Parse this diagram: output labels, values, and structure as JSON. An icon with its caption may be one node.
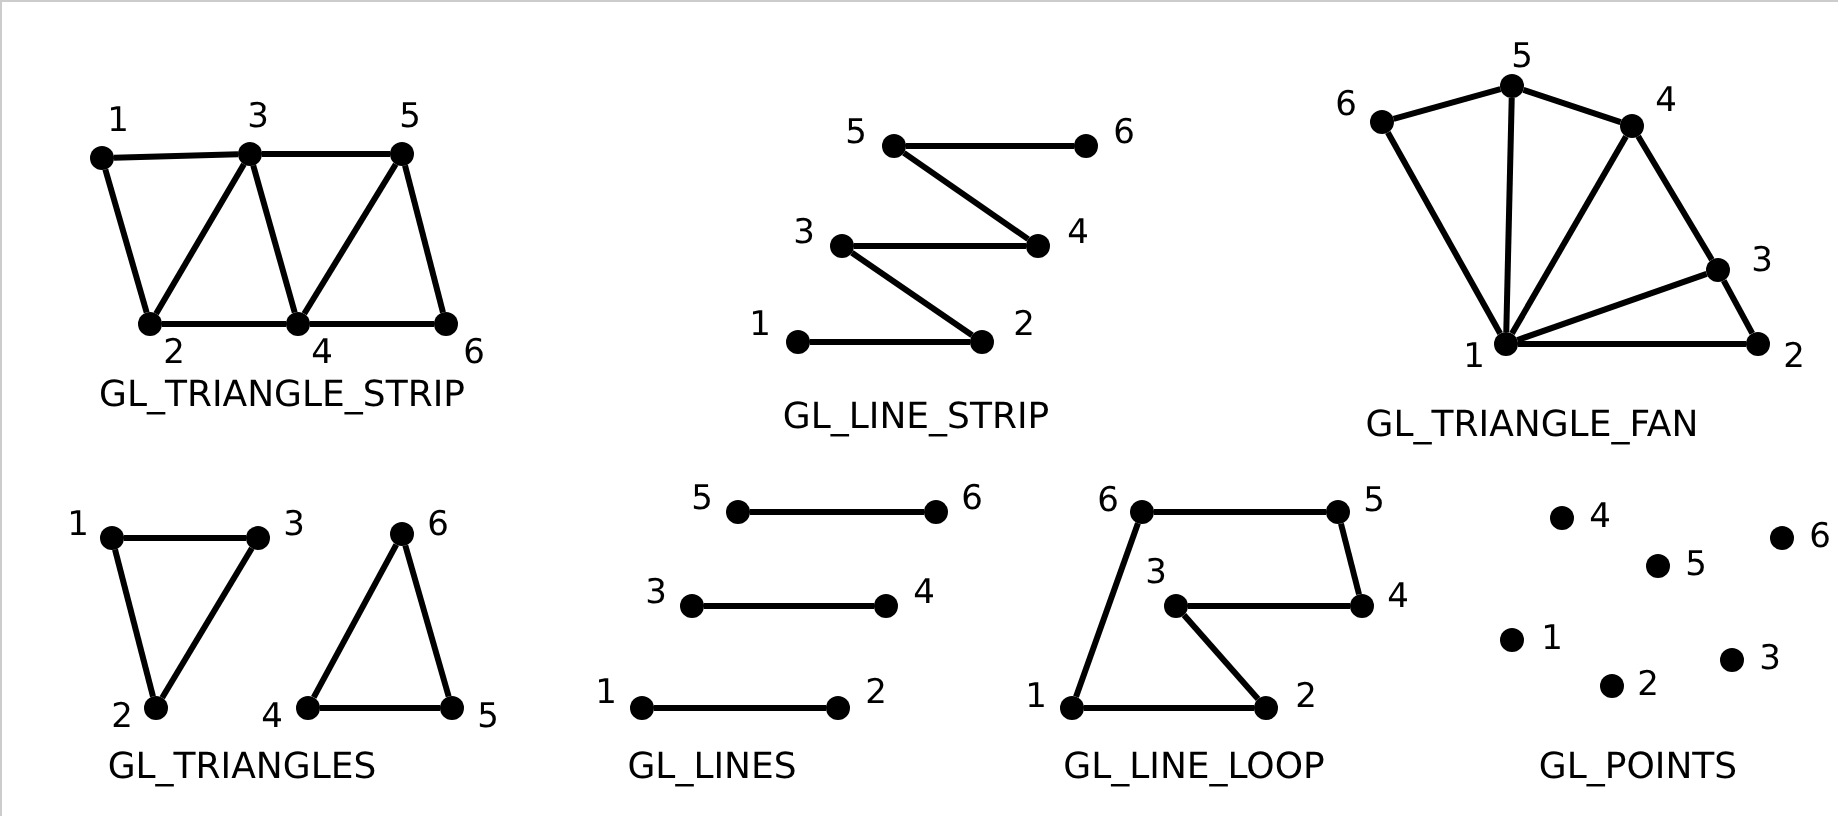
{
  "diagram": {
    "nodes": [
      {
        "text": [],
        "shape": "circle",
        "beside": [
          "1"
        ]
      },
      {
        "text": [],
        "shape": "circle",
        "beside": [
          "2"
        ]
      },
      {
        "text": [],
        "shape": "circle",
        "beside": [
          "3"
        ]
      },
      {
        "text": [],
        "shape": "circle",
        "beside": [
          "4"
        ]
      },
      {
        "text": [],
        "shape": "circle",
        "beside": [
          "5"
        ]
      },
      {
        "text": [],
        "shape": "circle",
        "beside": [
          "6"
        ]
      },
      {
        "text": [],
        "shape": "circle",
        "beside": [
          "1"
        ]
      },
      {
        "text": [],
        "shape": "circle",
        "beside": [
          "2"
        ]
      },
      {
        "text": [],
        "shape": "circle",
        "beside": [
          "3"
        ]
      },
      {
        "text": [],
        "shape": "circle",
        "beside": [
          "4"
        ]
      },
      {
        "text": [],
        "shape": "circle",
        "beside": [
          "5"
        ]
      },
      {
        "text": [],
        "shape": "circle",
        "beside": [
          "6"
        ]
      },
      {
        "text": [],
        "shape": "circle",
        "beside": [
          "1"
        ]
      },
      {
        "text": [],
        "shape": "circle",
        "beside": [
          "2"
        ]
      },
      {
        "text": [],
        "shape": "circle",
        "beside": [
          "3"
        ]
      },
      {
        "text": [],
        "shape": "circle",
        "beside": [
          "4"
        ]
      },
      {
        "text": [],
        "shape": "circle",
        "beside": [
          "5"
        ]
      },
      {
        "text": [],
        "shape": "circle",
        "beside": [
          "6"
        ]
      },
      {
        "text": [],
        "shape": "circle",
        "beside": [
          "1"
        ]
      },
      {
        "text": [],
        "shape": "circle",
        "beside": [
          "2"
        ]
      },
      {
        "text": [],
        "shape": "circle",
        "beside": [
          "3"
        ]
      },
      {
        "text": [],
        "shape": "circle",
        "beside": [
          "4"
        ]
      },
      {
        "text": [],
        "shape": "circle",
        "beside": [
          "5"
        ]
      },
      {
        "text": [],
        "shape": "circle",
        "beside": [
          "6"
        ]
      },
      {
        "text": [],
        "shape": "circle",
        "beside": [
          "1"
        ]
      },
      {
        "text": [],
        "shape": "circle",
        "beside": [
          "2"
        ]
      },
      {
        "text": [],
        "shape": "circle",
        "beside": [
          "3"
        ]
      },
      {
        "text": [],
        "shape": "circle",
        "beside": [
          "4"
        ]
      },
      {
        "text": [],
        "shape": "circle",
        "beside": [
          "5"
        ]
      },
      {
        "text": [],
        "shape": "circle",
        "beside": [
          "6"
        ]
      },
      {
        "text": [],
        "shape": "circle",
        "beside": [
          "1"
        ]
      },
      {
        "text": [],
        "shape": "circle",
        "beside": [
          "2"
        ]
      },
      {
        "text": [],
        "shape": "circle",
        "beside": [
          "3"
        ]
      },
      {
        "text": [],
        "shape": "circle",
        "beside": [
          "4"
        ]
      },
      {
        "text": [],
        "shape": "circle",
        "beside": [
          "5"
        ]
      },
      {
        "text": [],
        "shape": "circle",
        "beside": [
          "6"
        ]
      },
      {
        "text": [],
        "shape": "circle",
        "beside": [
          "1"
        ]
      },
      {
        "text": [],
        "shape": "circle",
        "beside": [
          "2"
        ]
      },
      {
        "text": [],
        "shape": "circle",
        "beside": [
          "3"
        ]
      },
      {
        "text": [],
        "shape": "circle",
        "beside": [
          "4"
        ]
      },
      {
        "text": [],
        "shape": "circle",
        "beside": [
          "5"
        ]
      },
      {
        "text": [],
        "shape": "circle",
        "beside": [
          "6"
        ]
      }
    ],
    "edges": [
      {
        "from": 0,
        "to": 2,
        "arrow": "none"
      },
      {
        "from": 2,
        "to": 4,
        "arrow": "none"
      },
      {
        "from": 0,
        "to": 1,
        "arrow": "none"
      },
      {
        "from": 1,
        "to": 2,
        "arrow": "none"
      },
      {
        "from": 2,
        "to": 3,
        "arrow": "none"
      },
      {
        "from": 3,
        "to": 4,
        "arrow": "none"
      },
      {
        "from": 4,
        "to": 5,
        "arrow": "none"
      },
      {
        "from": 1,
        "to": 3,
        "arrow": "none"
      },
      {
        "from": 3,
        "to": 5,
        "arrow": "none"
      },
      {
        "from": 6,
        "to": 7,
        "arrow": "none"
      },
      {
        "from": 7,
        "to": 8,
        "arrow": "none"
      },
      {
        "from": 8,
        "to": 9,
        "arrow": "none"
      },
      {
        "from": 9,
        "to": 10,
        "arrow": "none"
      },
      {
        "from": 10,
        "to": 11,
        "arrow": "none"
      },
      {
        "from": 12,
        "to": 13,
        "arrow": "none"
      },
      {
        "from": 12,
        "to": 14,
        "arrow": "none"
      },
      {
        "from": 12,
        "to": 15,
        "arrow": "none"
      },
      {
        "from": 12,
        "to": 16,
        "arrow": "none"
      },
      {
        "from": 12,
        "to": 17,
        "arrow": "none"
      },
      {
        "from": 13,
        "to": 14,
        "arrow": "none"
      },
      {
        "from": 14,
        "to": 15,
        "arrow": "none"
      },
      {
        "from": 15,
        "to": 16,
        "arrow": "none"
      },
      {
        "from": 16,
        "to": 17,
        "arrow": "none"
      },
      {
        "from": 18,
        "to": 19,
        "arrow": "none"
      },
      {
        "from": 19,
        "to": 20,
        "arrow": "none"
      },
      {
        "from": 20,
        "to": 18,
        "arrow": "none"
      },
      {
        "from": 21,
        "to": 22,
        "arrow": "none"
      },
      {
        "from": 22,
        "to": 23,
        "arrow": "none"
      },
      {
        "from": 23,
        "to": 21,
        "arrow": "none"
      },
      {
        "from": 24,
        "to": 25,
        "arrow": "none"
      },
      {
        "from": 26,
        "to": 27,
        "arrow": "none"
      },
      {
        "from": 28,
        "to": 29,
        "arrow": "none"
      },
      {
        "from": 30,
        "to": 31,
        "arrow": "none"
      },
      {
        "from": 31,
        "to": 32,
        "arrow": "none"
      },
      {
        "from": 32,
        "to": 33,
        "arrow": "none"
      },
      {
        "from": 33,
        "to": 34,
        "arrow": "none"
      },
      {
        "from": 34,
        "to": 35,
        "arrow": "none"
      },
      {
        "from": 35,
        "to": 30,
        "arrow": "none"
      }
    ],
    "labels": [
      "GL_TRIANGLE_STRIP",
      "GL_LINE_STRIP",
      "GL_TRIANGLE_FAN",
      "GL_TRIANGLES",
      "GL_LINES",
      "GL_LINE_LOOP",
      "GL_POINTS"
    ]
  }
}
